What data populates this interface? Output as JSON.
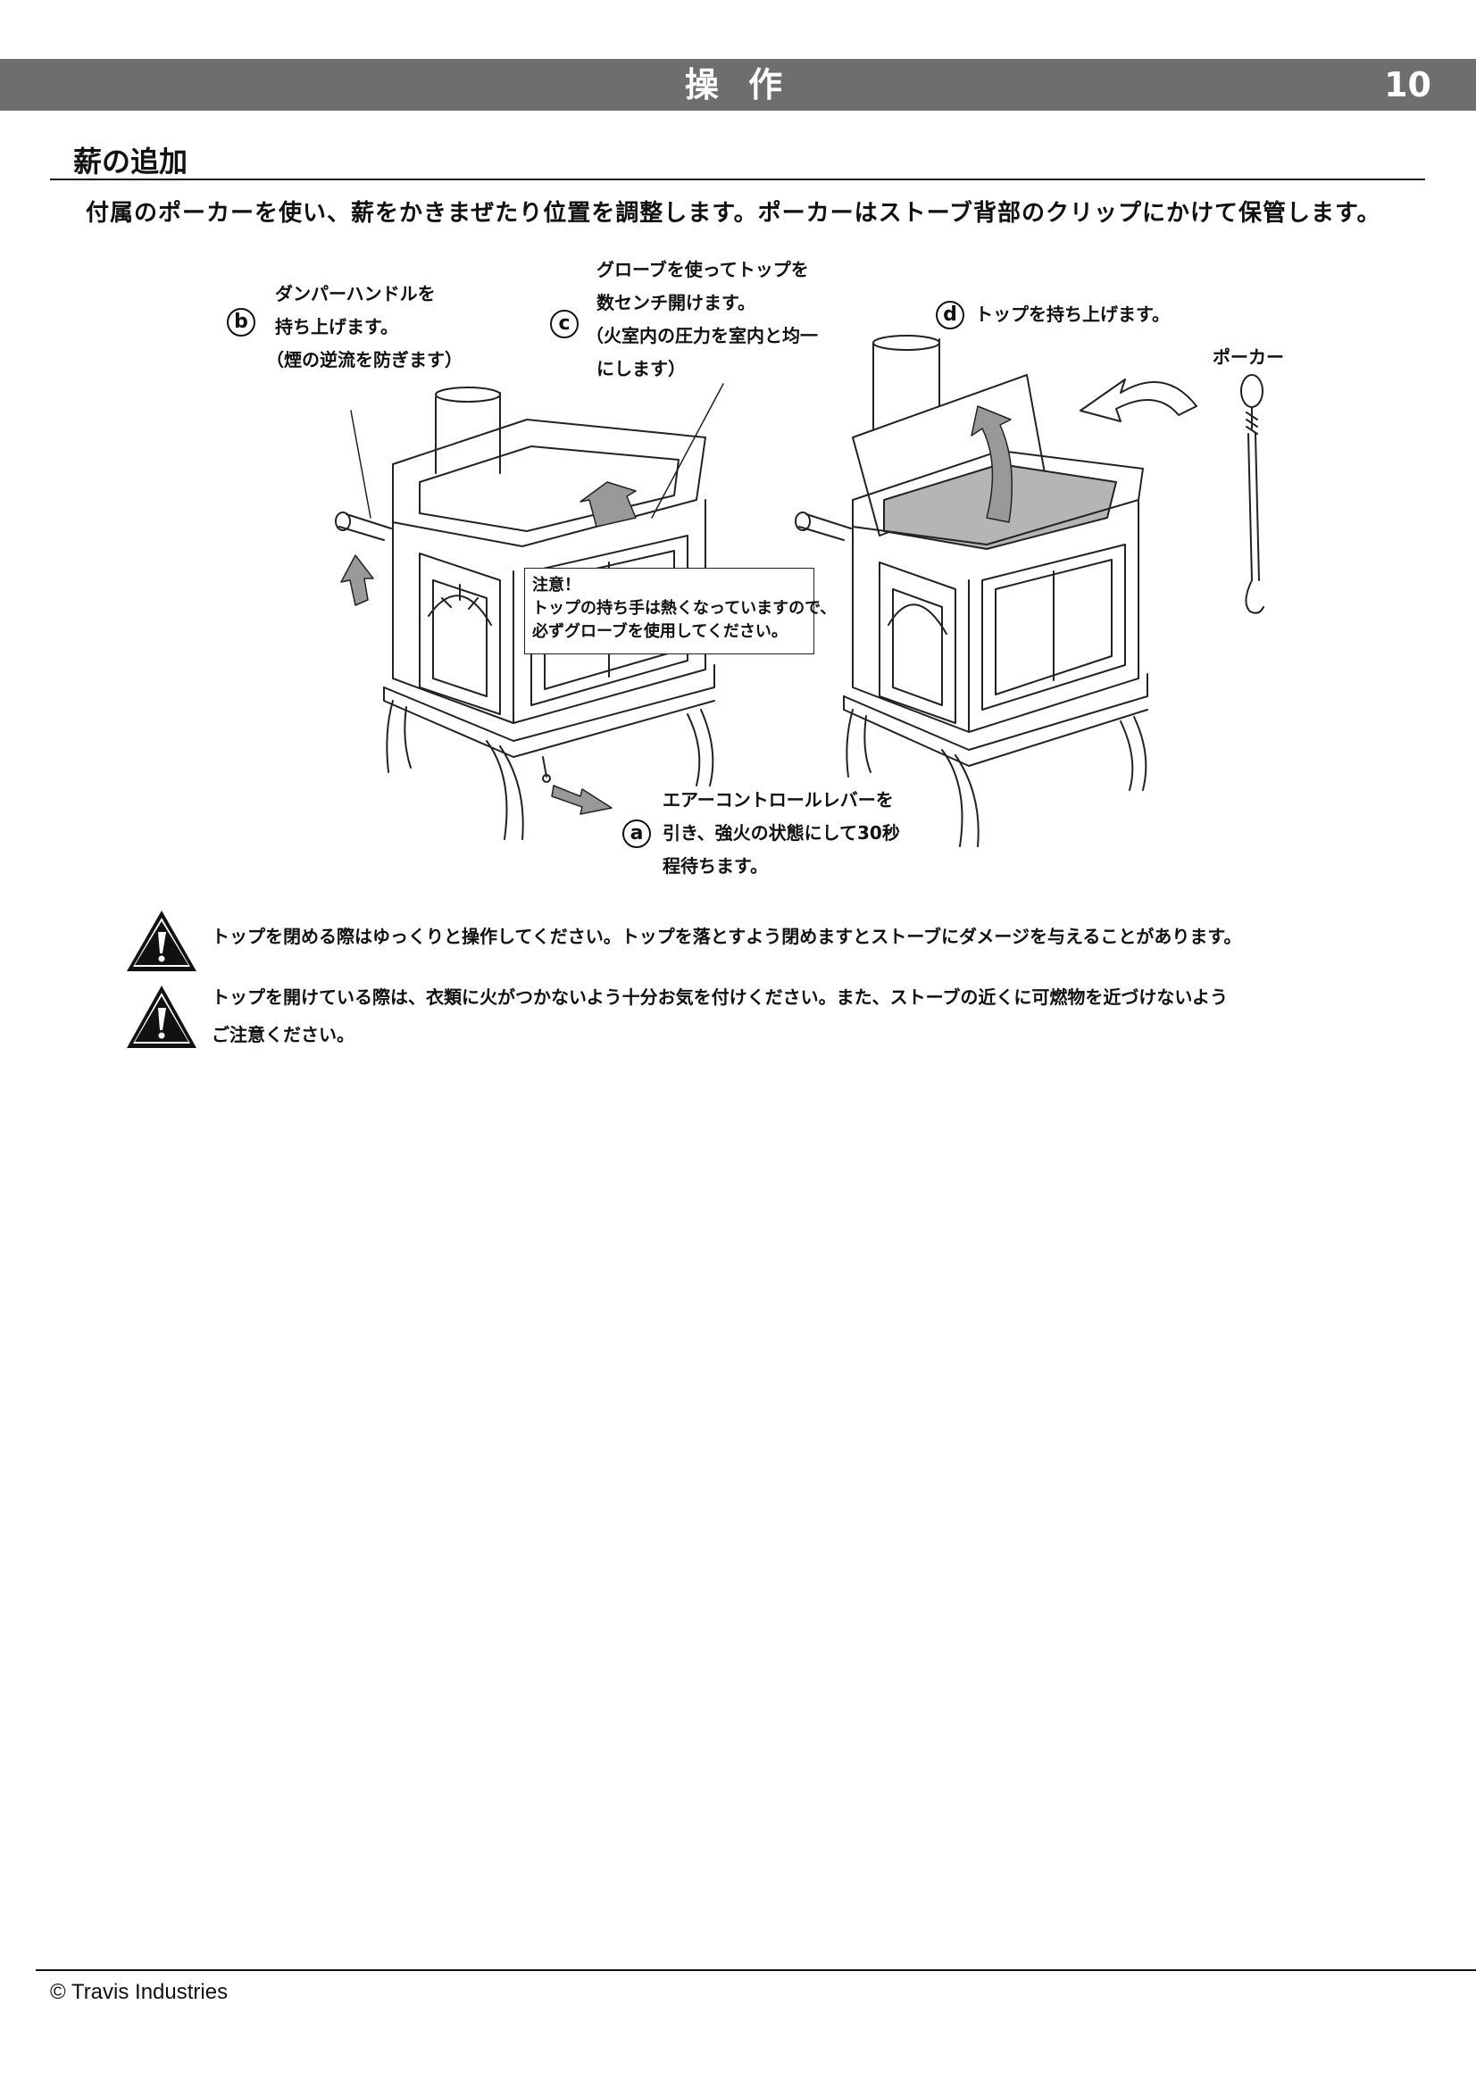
{
  "header": {
    "title": "操 作",
    "page_number": "10"
  },
  "section": {
    "title": "薪の追加",
    "intro": "付属のポーカーを使い、薪をかきまぜたり位置を調整します。ポーカーはストーブ背部のクリップにかけて保管します。"
  },
  "callouts": {
    "b": {
      "letter": "b",
      "lines": [
        "ダンパーハンドルを",
        "持ち上げます。",
        "（煙の逆流を防ぎます）"
      ]
    },
    "c": {
      "letter": "c",
      "lines": [
        "グローブを使ってトップを",
        "数センチ開けます。",
        "（火室内の圧力を室内と均一",
        "にします）"
      ]
    },
    "d": {
      "letter": "d",
      "text": "トップを持ち上げます。"
    },
    "poker": "ポーカー",
    "a": {
      "letter": "a",
      "lines": [
        "エアーコントロールレバーを",
        "引き、強火の状態にして30秒",
        "程待ちます。"
      ]
    }
  },
  "caution": {
    "title": "注意！",
    "lines": [
      "トップの持ち手は熱くなっていますので、",
      "必ずグローブを使用してください。"
    ]
  },
  "warnings": [
    {
      "lines": [
        "トップを閉める際はゆっくりと操作してください。トップを落とすよう閉めますとストーブにダメージを与えることがあります。"
      ]
    },
    {
      "lines": [
        "トップを開けている際は、衣類に火がつかないよう十分お気を付けください。また、ストーブの近くに可燃物を近づけないよう",
        "ご注意ください。"
      ]
    }
  ],
  "footer": {
    "copyright": "© Travis Industries"
  }
}
